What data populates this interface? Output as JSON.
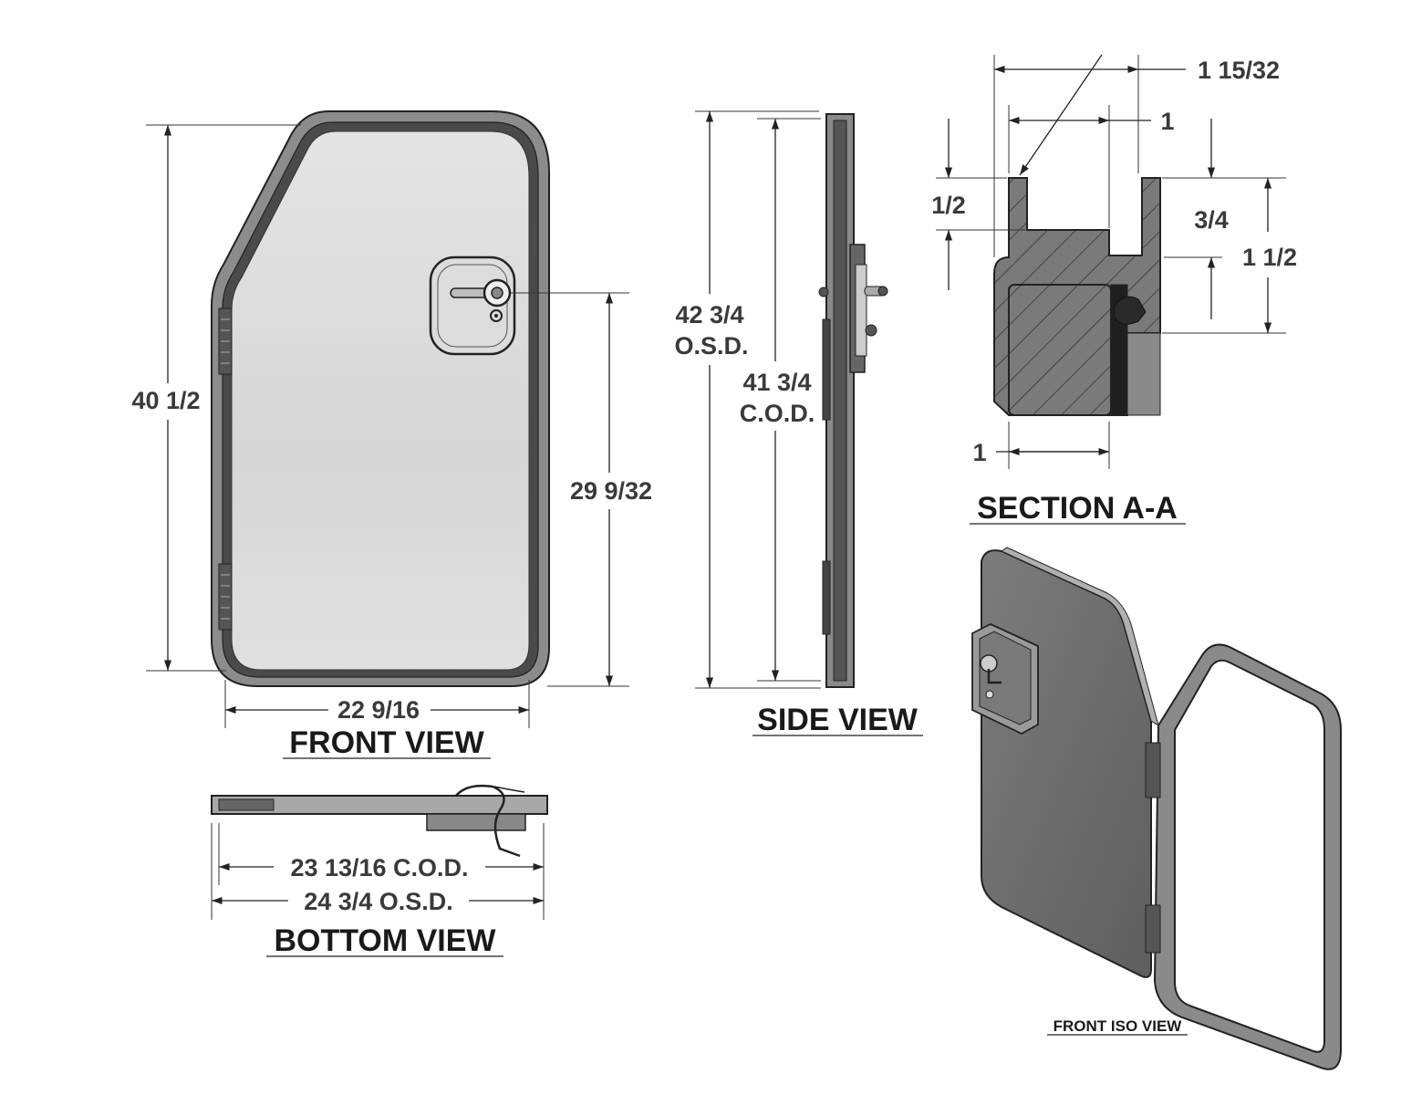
{
  "views": {
    "front": {
      "title": "FRONT VIEW",
      "height_dim": "40 1/2",
      "latch_dim": "29 9/32",
      "width_dim": "22 9/16"
    },
    "side": {
      "title": "SIDE VIEW",
      "osd_value": "42 3/4",
      "osd_label": "O.S.D.",
      "cod_value": "41 3/4",
      "cod_label": "C.O.D."
    },
    "bottom": {
      "title": "BOTTOM VIEW",
      "cod_dim": "23 13/16 C.O.D.",
      "osd_dim": "24 3/4 O.S.D."
    },
    "section": {
      "title": "SECTION A-A",
      "dim_overall_width": "1 15/32",
      "dim_inner_width": "1",
      "dim_lip": "1/2",
      "dim_channel": "3/4",
      "dim_height": "1 1/2",
      "dim_bottom": "1"
    },
    "iso": {
      "title": "FRONT ISO VIEW"
    }
  },
  "colors": {
    "line": "#222222",
    "text": "#3a3a3a",
    "panel": "#d9d9d9",
    "frame": "#7a7a7a",
    "iso_panel": "#6e6e6e"
  }
}
